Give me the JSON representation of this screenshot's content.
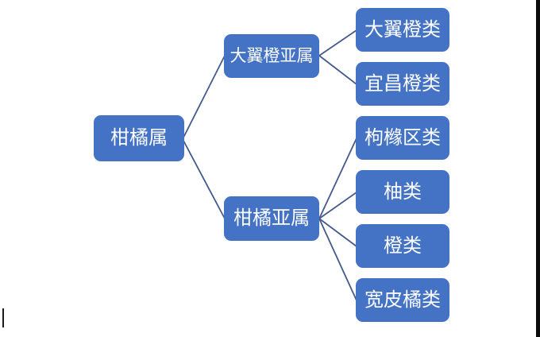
{
  "diagram": {
    "type": "hierarchy-tree",
    "root": {
      "label": "柑橘属"
    },
    "subgenera": [
      {
        "label": "大翼橙亚属",
        "children": [
          {
            "label": "大翼橙类"
          },
          {
            "label": "宜昌橙类"
          }
        ]
      },
      {
        "label": "柑橘亚属",
        "children": [
          {
            "label": "枸橼区类"
          },
          {
            "label": "柚类"
          },
          {
            "label": "橙类"
          },
          {
            "label": "宽皮橘类"
          }
        ]
      }
    ],
    "colors": {
      "node_fill": "#4472c4",
      "node_text": "#ffffff",
      "connector": "#44598e",
      "background": "#ffffff",
      "right_edge_bar": "#0b0b0b"
    }
  }
}
